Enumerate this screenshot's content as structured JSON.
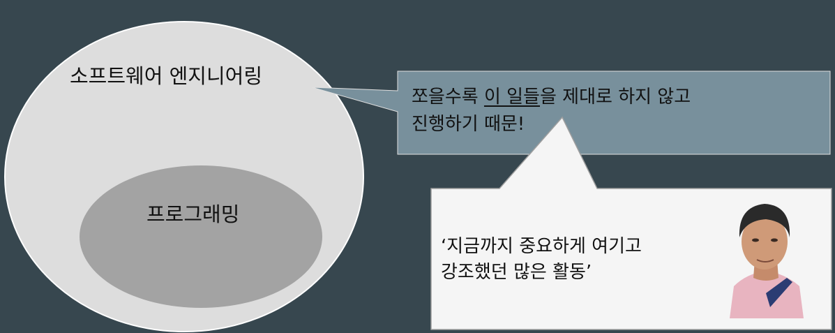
{
  "colors": {
    "background": "#37474f",
    "outer_circle": "#dddddd",
    "inner_ellipse": "#a3a3a3",
    "bubble1": "#78909c",
    "bubble2": "#f5f5f5"
  },
  "diagram": {
    "outer_label": "소프트웨어 엔지니어링",
    "inner_label": "프로그래밍",
    "bubble1": {
      "line1_part1": "쪼을수록 ",
      "line1_underlined": "이 일들",
      "line1_part2": "을 제대로 하지 않고",
      "line2": "진행하기 때문!"
    },
    "bubble2": {
      "line1": "‘지금까지 중요하게 여기고",
      "line2": "강조했던 많은 활동’"
    },
    "portrait_icon": "person-photo-icon"
  }
}
